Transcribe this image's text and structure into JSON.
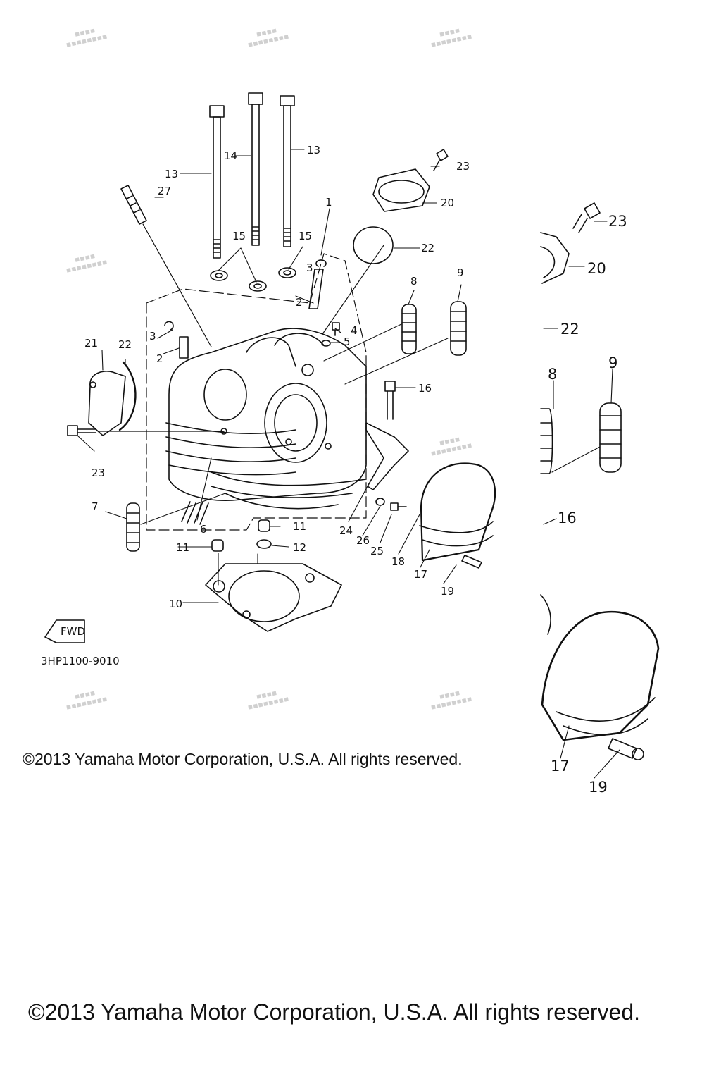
{
  "diagram_code": "3HP1100-9010",
  "fwd_label": "FWD",
  "copyright": "©2013 Yamaha Motor Corporation, U.S.A. All rights reserved.",
  "callouts_main": [
    "1",
    "2",
    "2",
    "3",
    "3",
    "4",
    "5",
    "6",
    "7",
    "8",
    "9",
    "10",
    "11",
    "11",
    "12",
    "13",
    "13",
    "14",
    "15",
    "15",
    "16",
    "17",
    "18",
    "19",
    "20",
    "21",
    "22",
    "22",
    "23",
    "23",
    "24",
    "25",
    "26",
    "27"
  ],
  "callouts_zoom": [
    "23",
    "20",
    "22",
    "8",
    "9",
    "16",
    "17",
    "19"
  ]
}
